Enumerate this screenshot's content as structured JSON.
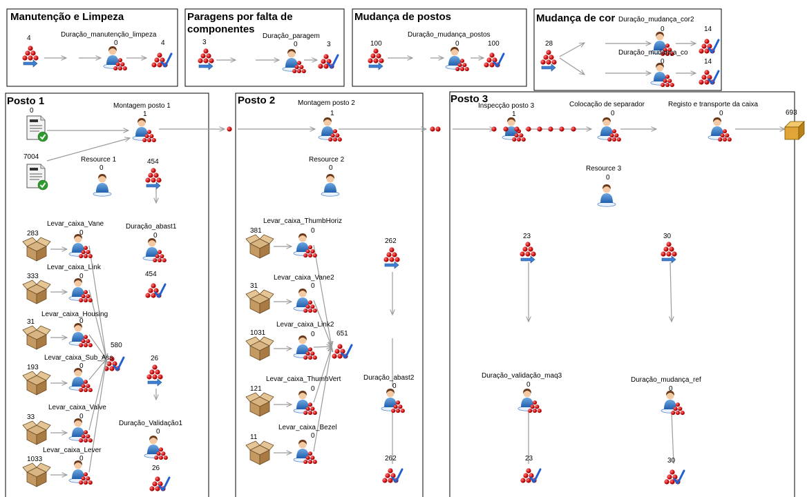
{
  "sections": {
    "manutencao": "Manutenção e Limpeza",
    "paragens_l1": "Paragens por falta de",
    "paragens_l2": "componentes",
    "mudanca_postos": "Mudança de postos",
    "mudanca_cor": "Mudança de cor",
    "posto1": "Posto 1",
    "posto2": "Posto 2",
    "posto3": "Posto 3"
  },
  "top": {
    "man_src_count": "4",
    "man_act_label": "Duração_manutenção_limpeza",
    "man_act_count": "0",
    "man_sink_count": "4",
    "par_src_count": "3",
    "par_act_label": "Duração_paragem",
    "par_act_count": "0",
    "par_sink_count": "3",
    "mud_src_count": "100",
    "mud_act_label": "Duração_mudança_postos",
    "mud_act_count": "0",
    "mud_sink_count": "100",
    "cor_src_count": "28",
    "cor_act1_label": "Duração_mudança_cor2",
    "cor_act1_count": "0",
    "cor_sink1_count": "14",
    "cor_act2_label": "Duração_mudança_co",
    "cor_act2_count": "0",
    "cor_sink2_count": "14"
  },
  "posto1": {
    "doc1_count": "0",
    "doc2_count": "7004",
    "montagem_label": "Montagem posto 1",
    "montagem_count": "1",
    "resource_label": "Resource 1",
    "resource_count": "0",
    "abast_src_count": "454",
    "abast_label": "Duração_abast1",
    "abast_count": "0",
    "abast_sink_count": "454",
    "merge_count": "580",
    "valid_src_count": "26",
    "valid_label": "Duração_Validação1",
    "valid_count": "0",
    "valid_sink_count": "26",
    "levar": [
      {
        "label": "Levar_caixa_Vane",
        "box": "283",
        "act": "0"
      },
      {
        "label": "Levar_caixa_Link",
        "box": "333",
        "act": "0"
      },
      {
        "label": "Levar_caixa_Housing",
        "box": "31",
        "act": "0"
      },
      {
        "label": "Levar_caixa_Sub_Ass",
        "box": "193",
        "act": "0"
      },
      {
        "label": "Levar_caixa_Valve",
        "box": "33",
        "act": "0"
      },
      {
        "label": "Levar_caixa_Lever",
        "box": "1033",
        "act": "0"
      }
    ]
  },
  "posto2": {
    "montagem_label": "Montagem posto 2",
    "montagem_count": "1",
    "resource_label": "Resource 2",
    "resource_count": "0",
    "merge_count": "651",
    "abast_src_count": "262",
    "abast_label": "Duração_abast2",
    "abast_count": "0",
    "abast_sink_count": "262",
    "levar": [
      {
        "label": "Levar_caixa_ThumbHoriz",
        "box": "381",
        "act": "0"
      },
      {
        "label": "Levar_caixa_Vane2",
        "box": "31",
        "act": "0"
      },
      {
        "label": "Levar_caixa_Link2",
        "box": "1031",
        "act": "0"
      },
      {
        "label": "Levar_caixa_ThumbVert",
        "box": "121",
        "act": "0"
      },
      {
        "label": "Levar_caixa_Bezel",
        "box": "11",
        "act": "0"
      }
    ]
  },
  "posto3": {
    "inspeccao_label": "Inspecção posto 3",
    "inspeccao_count": "1",
    "separador_label": "Colocação de separador",
    "separador_count": "0",
    "registo_label": "Registo e transporte da caixa",
    "registo_count": "0",
    "final_count": "693",
    "resource_label": "Resource 3",
    "resource_count": "0",
    "maq_src_count": "23",
    "maq_label": "Duração_validação_maq3",
    "maq_count": "0",
    "maq_sink_count": "23",
    "ref_src_count": "30",
    "ref_label": "Duração_mudança_ref",
    "ref_count": "0",
    "ref_sink_count": "30"
  }
}
